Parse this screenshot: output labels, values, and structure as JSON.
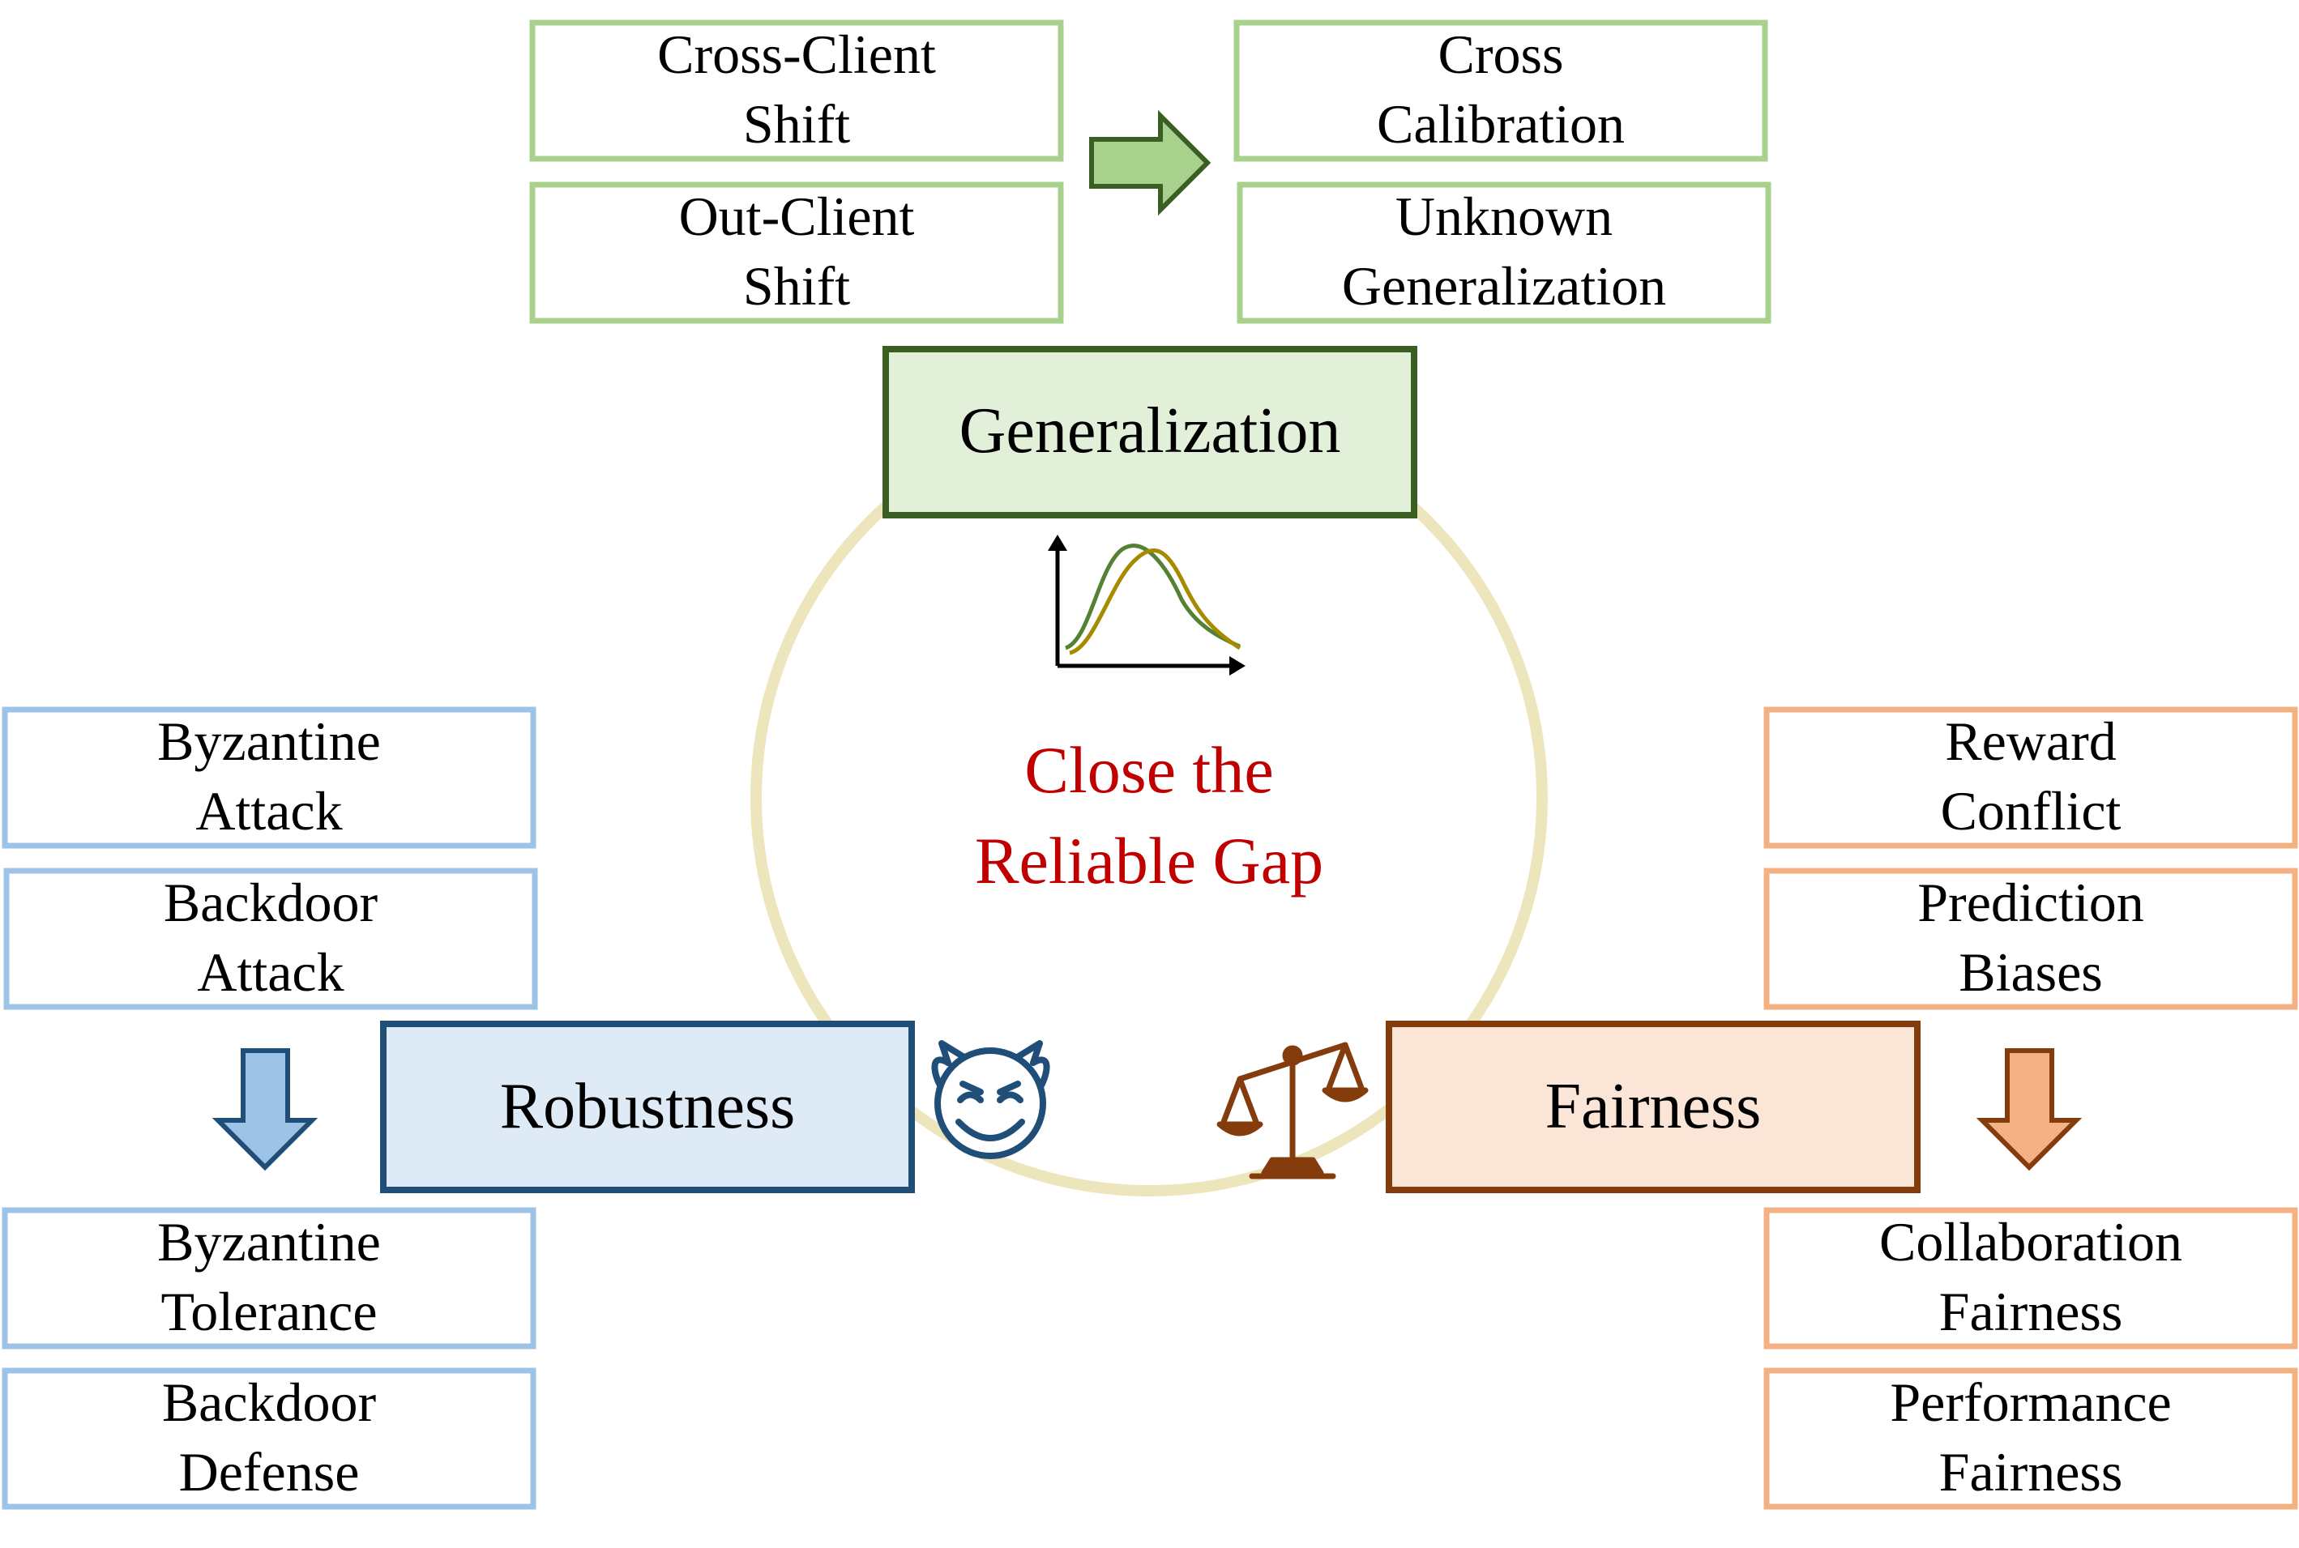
{
  "center": {
    "line1": "Close the",
    "line2": "Reliable Gap"
  },
  "generalization": {
    "title": "Generalization",
    "problems": [
      {
        "line1": "Cross-Client",
        "line2": "Shift"
      },
      {
        "line1": "Out-Client",
        "line2": "Shift"
      }
    ],
    "solutions": [
      {
        "line1": "Cross",
        "line2": "Calibration"
      },
      {
        "line1": "Unknown",
        "line2": "Generalization"
      }
    ]
  },
  "robustness": {
    "title": "Robustness",
    "problems": [
      {
        "line1": "Byzantine",
        "line2": "Attack"
      },
      {
        "line1": "Backdoor",
        "line2": "Attack"
      }
    ],
    "solutions": [
      {
        "line1": "Byzantine",
        "line2": "Tolerance"
      },
      {
        "line1": "Backdoor",
        "line2": "Defense"
      }
    ]
  },
  "fairness": {
    "title": "Fairness",
    "problems": [
      {
        "line1": "Reward",
        "line2": "Conflict"
      },
      {
        "line1": "Prediction",
        "line2": "Biases"
      }
    ],
    "solutions": [
      {
        "line1": "Collaboration",
        "line2": "Fairness"
      },
      {
        "line1": "Performance",
        "line2": "Fairness"
      }
    ]
  },
  "colors": {
    "green_light": "#a9d18e",
    "green_dark": "#3b5e23",
    "green_fill": "#e2efd9",
    "blue_light": "#9dc3e6",
    "blue_dark": "#1f4e79",
    "blue_fill": "#deebf7",
    "orange_light": "#f4b183",
    "orange_dark": "#843c0c",
    "orange_fill": "#fbe5d6",
    "circle": "#ede6bc",
    "center_text": "#c00000"
  },
  "icons": [
    "distribution-chart-icon",
    "devil-face-icon",
    "balance-scale-icon",
    "arrow-right-icon",
    "arrow-down-icon"
  ]
}
